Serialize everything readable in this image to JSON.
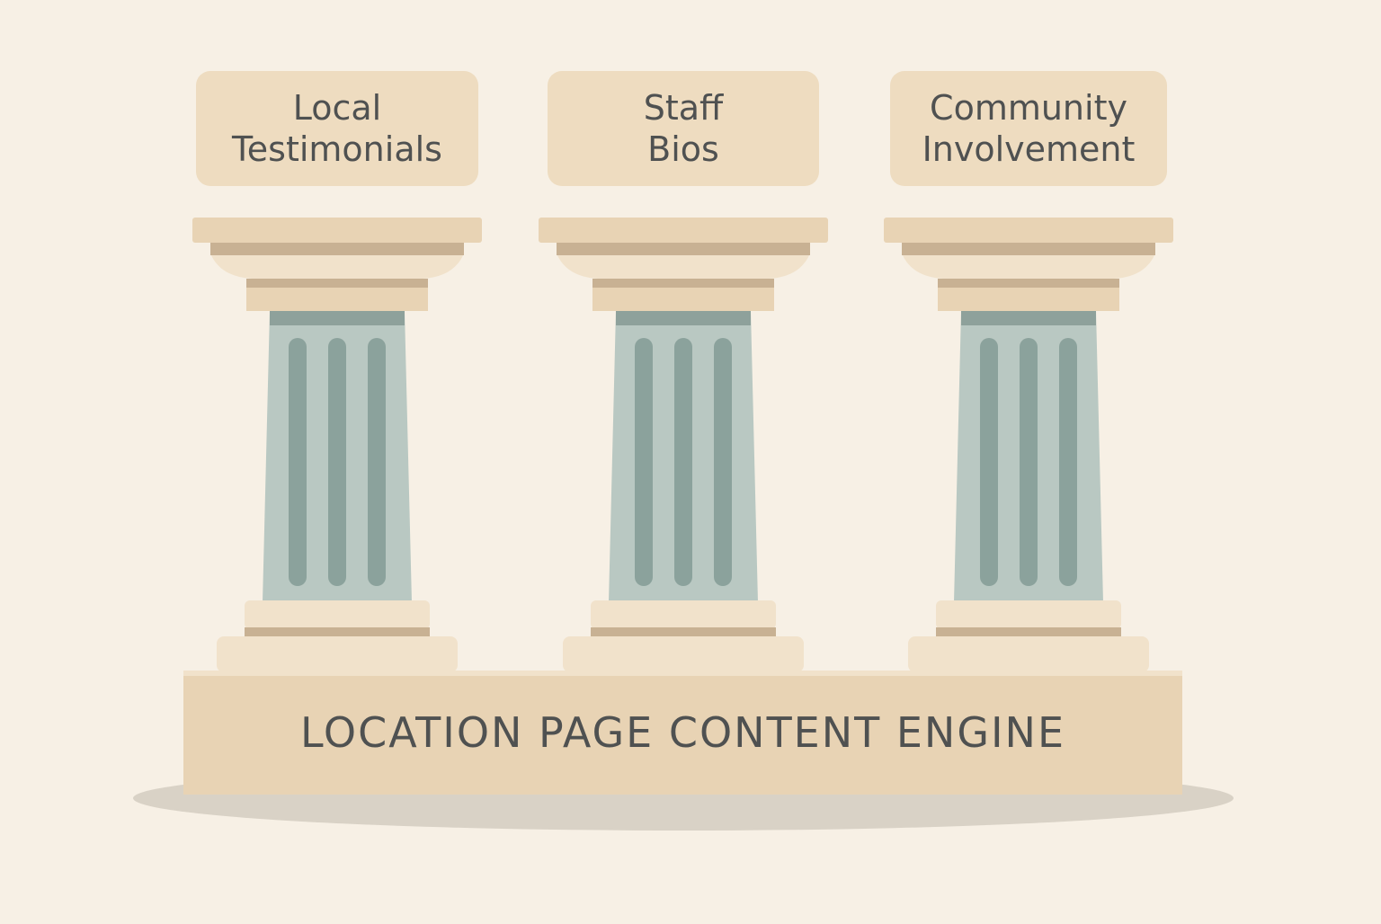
{
  "colors": {
    "background": "#f7f0e5",
    "stone_light": "#f1e2cb",
    "stone_mid": "#e8d3b4",
    "stone_dark": "#c8b193",
    "label_box": "#eedcc0",
    "shaft": "#b9c8c2",
    "shaft_band": "#8ea19b",
    "flute": "#8ba29c",
    "text": "#4f5151",
    "shadow": "#d9d2c6"
  },
  "pillars": [
    {
      "name": "pillar-local-testimonials",
      "label_line1": "Local",
      "label_line2": "Testimonials"
    },
    {
      "name": "pillar-staff-bios",
      "label_line1": "Staff",
      "label_line2": "Bios"
    },
    {
      "name": "pillar-community-involvement",
      "label_line1": "Community",
      "label_line2": "Involvement"
    }
  ],
  "foundation": {
    "title": "LOCATION PAGE CONTENT ENGINE"
  }
}
